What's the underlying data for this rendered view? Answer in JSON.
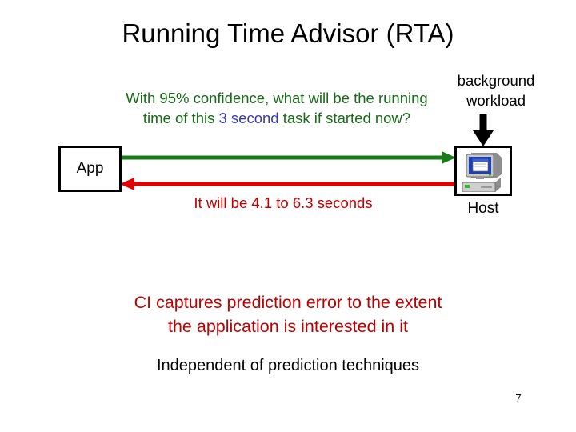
{
  "slide": {
    "title": "Running Time Advisor (RTA)",
    "page_number": "7"
  },
  "diagram": {
    "app_node": {
      "label": "App",
      "icon": "app-box-icon"
    },
    "host_node": {
      "label": "Host",
      "icon": "computer-icon"
    },
    "background_input": {
      "line1": "background",
      "line2": "workload",
      "arrow_icon": "down-arrow-icon",
      "arrow_color": "#000000"
    },
    "request_arrow": {
      "text_before": "With 95% confidence, what will be the running time of this ",
      "text_highlight": "3 second",
      "text_after": " task if started now?",
      "color": "#1a6b1a",
      "highlight_color": "#3a3ab0",
      "direction": "app-to-host",
      "icon": "right-arrow-icon"
    },
    "response_arrow": {
      "text": "It will be 4.1 to 6.3 seconds",
      "color": "#c00000",
      "direction": "host-to-app",
      "icon": "left-arrow-icon"
    }
  },
  "bullets": {
    "ci_statement_line1": "CI captures prediction error to the extent",
    "ci_statement_line2": "the application is interested in it",
    "ci_statement_color": "#c00000",
    "independence_statement": "Independent of prediction techniques",
    "independence_color": "#000000"
  }
}
